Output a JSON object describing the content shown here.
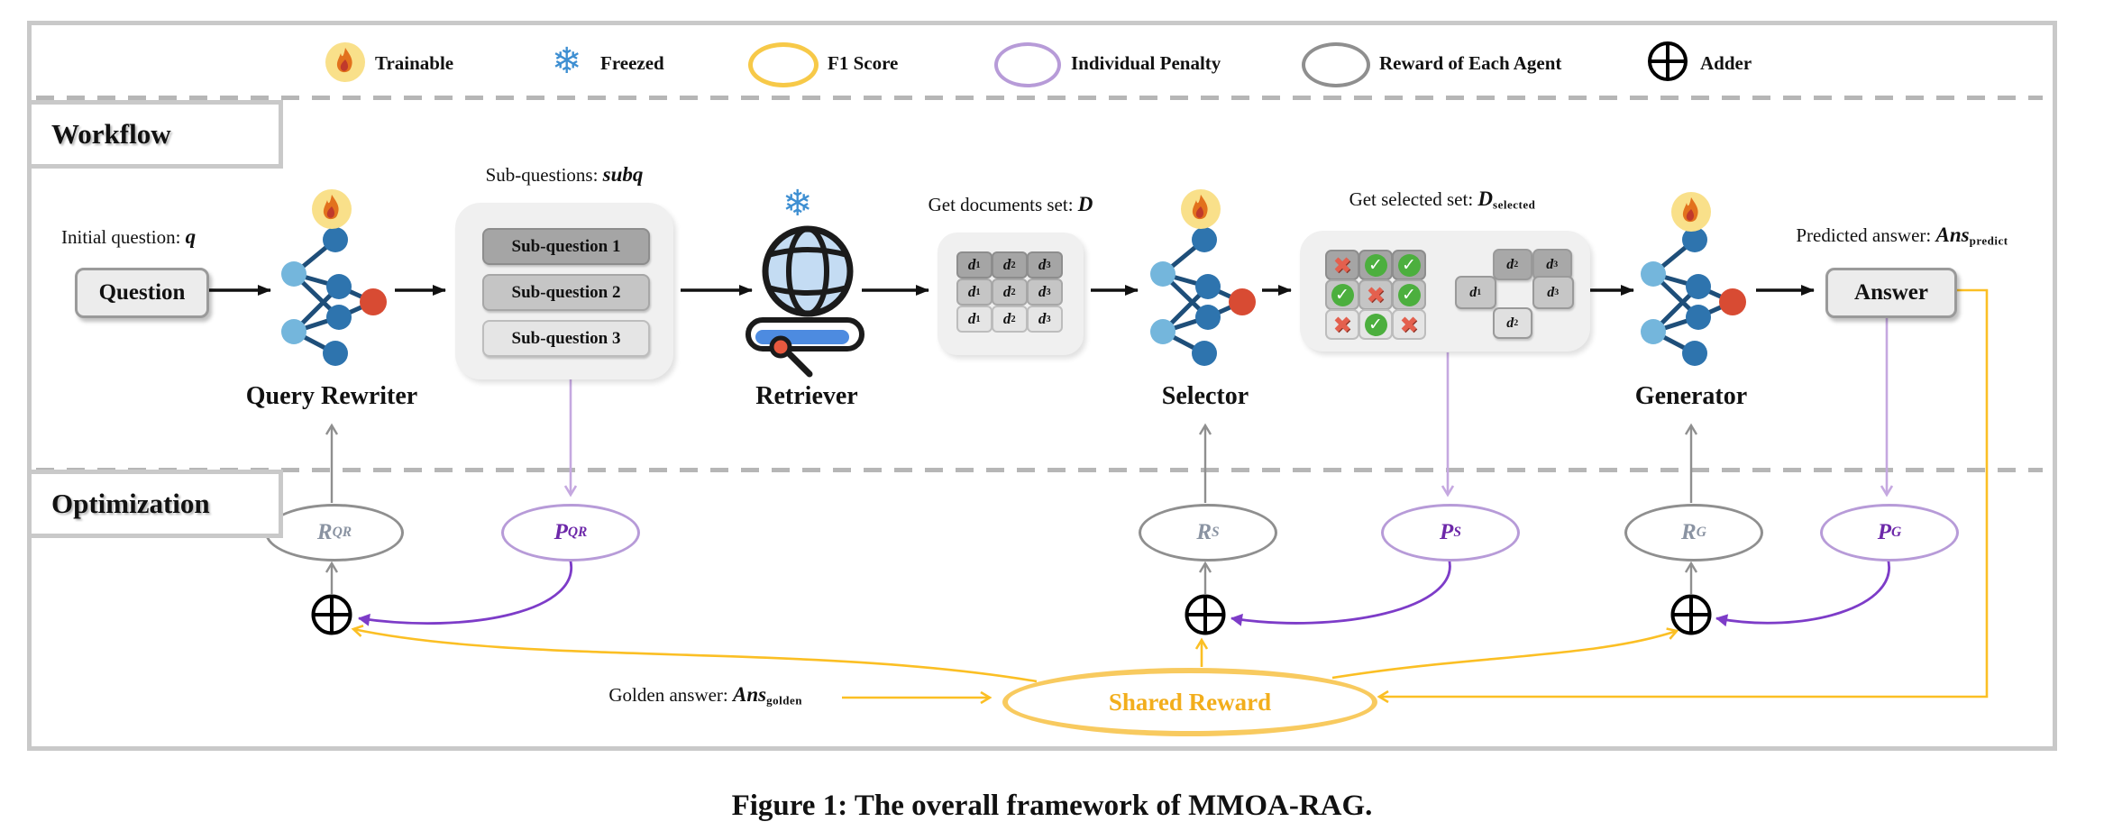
{
  "caption": "Figure 1: The overall framework of MMOA-RAG.",
  "colors": {
    "accent_yellow": "#FBBF24",
    "shared_reward_stroke": "#F8CA5F",
    "shared_reward_text": "#F2AE1C",
    "penalty_purple_dark": "#7D3CC8",
    "penalty_purple_light": "#C5A8E0",
    "penalty_ellipse_stroke": "#B79BD8",
    "penalty_text": "#6D28A9",
    "reward_gray": "#8f8f8f",
    "reward_text": "#8A93A2",
    "check_green": "#4CAF3E",
    "cross_red": "#E4604E",
    "node_blue": "#2E74AE",
    "node_lightblue": "#74B6DC",
    "node_red": "#D84B33",
    "snowflake_blue": "#3E8FD2",
    "flame_badge_bg": "#F9E08A",
    "frame_gray": "#c9c9c9"
  },
  "legend": {
    "items": [
      {
        "icon": "flame-icon",
        "label": "Trainable"
      },
      {
        "icon": "snowflake-icon",
        "label": "Freezed"
      },
      {
        "icon": "f1-ellipse-icon",
        "label": "F1 Score"
      },
      {
        "icon": "penalty-ellipse-icon",
        "label": "Individual Penalty"
      },
      {
        "icon": "reward-ellipse-icon",
        "label": "Reward of Each Agent"
      },
      {
        "icon": "adder-icon",
        "label": "Adder"
      }
    ]
  },
  "sections": {
    "workflow": "Workflow",
    "optimization": "Optimization"
  },
  "workflow": {
    "initial_question_label": "Initial question: ",
    "initial_question_var": "q",
    "question_box": "Question",
    "agents": {
      "query_rewriter": "Query Rewriter",
      "retriever": "Retriever",
      "selector": "Selector",
      "generator": "Generator"
    },
    "subq_label": "Sub-questions: ",
    "subq_var": "subq",
    "sub_questions": [
      "Sub-question 1",
      "Sub-question 2",
      "Sub-question 3"
    ],
    "docs_label": "Get documents set: ",
    "docs_var": "D",
    "doc_base": "d",
    "doc_subs": [
      "1",
      "2",
      "3",
      "1",
      "2",
      "3",
      "1",
      "2",
      "3"
    ],
    "selected_label": "Get selected set: ",
    "selected_var": "D",
    "selected_var_sub": "selected",
    "selection_matrix": [
      "cross",
      "check",
      "check",
      "check",
      "cross",
      "check",
      "cross",
      "check",
      "cross"
    ],
    "selected_docs": {
      "top1": {
        "base": "d",
        "sub": "2"
      },
      "top2": {
        "base": "d",
        "sub": "3"
      },
      "mid_left": {
        "base": "d",
        "sub": "1"
      },
      "mid_right": {
        "base": "d",
        "sub": "3"
      },
      "bottom": {
        "base": "d",
        "sub": "2"
      }
    },
    "predicted_label": "Predicted answer: ",
    "predicted_var": "Ans",
    "predicted_var_sub": "predict",
    "answer_box": "Answer"
  },
  "optimization": {
    "rewards": {
      "qr": {
        "base": "R",
        "sub": "QR"
      },
      "s": {
        "base": "R",
        "sub": "S"
      },
      "g": {
        "base": "R",
        "sub": "G"
      }
    },
    "penalties": {
      "qr": {
        "base": "P",
        "sub": "QR"
      },
      "s": {
        "base": "P",
        "sub": "S"
      },
      "g": {
        "base": "P",
        "sub": "G"
      }
    },
    "golden_label": "Golden answer: ",
    "golden_var": "Ans",
    "golden_var_sub": "golden",
    "shared_reward": "Shared Reward"
  }
}
